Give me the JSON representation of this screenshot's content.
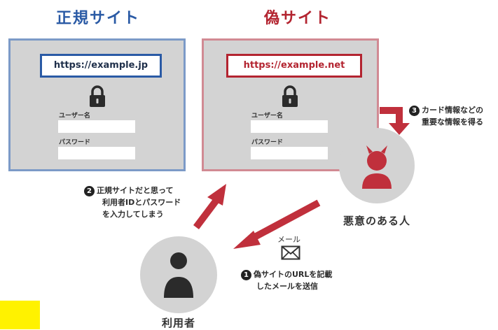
{
  "titles": {
    "legit": "正規サイト",
    "fake": "偽サイト"
  },
  "legit_site": {
    "url": "https://example.jp",
    "username_label": "ユーザー名",
    "password_label": "パスワード"
  },
  "fake_site": {
    "url": "https://example.net",
    "username_label": "ユーザー名",
    "password_label": "パスワード"
  },
  "steps": {
    "step1": {
      "number": "1",
      "line1": "偽サイトのURLを記載",
      "line2": "したメールを送信"
    },
    "step2": {
      "number": "2",
      "line1": "正規サイトだと思って",
      "line2": "利用者IDとパスワード",
      "line3": "を入力してしまう"
    },
    "step3": {
      "number": "3",
      "line1": "カード情報などの",
      "line2": "重要な情報を得る"
    }
  },
  "actors": {
    "attacker": "悪意のある人",
    "user": "利用者"
  },
  "mail_label": "メール",
  "icons": [
    "lock-icon",
    "devil-icon",
    "person-icon",
    "mail-icon",
    "arrow-icon"
  ],
  "colors": {
    "legit_blue": "#2a5aa5",
    "fake_red": "#b32430",
    "arrow_red": "#c0303c",
    "panel_gray": "#d3d3d3",
    "highlight_yellow": "#fff200"
  }
}
